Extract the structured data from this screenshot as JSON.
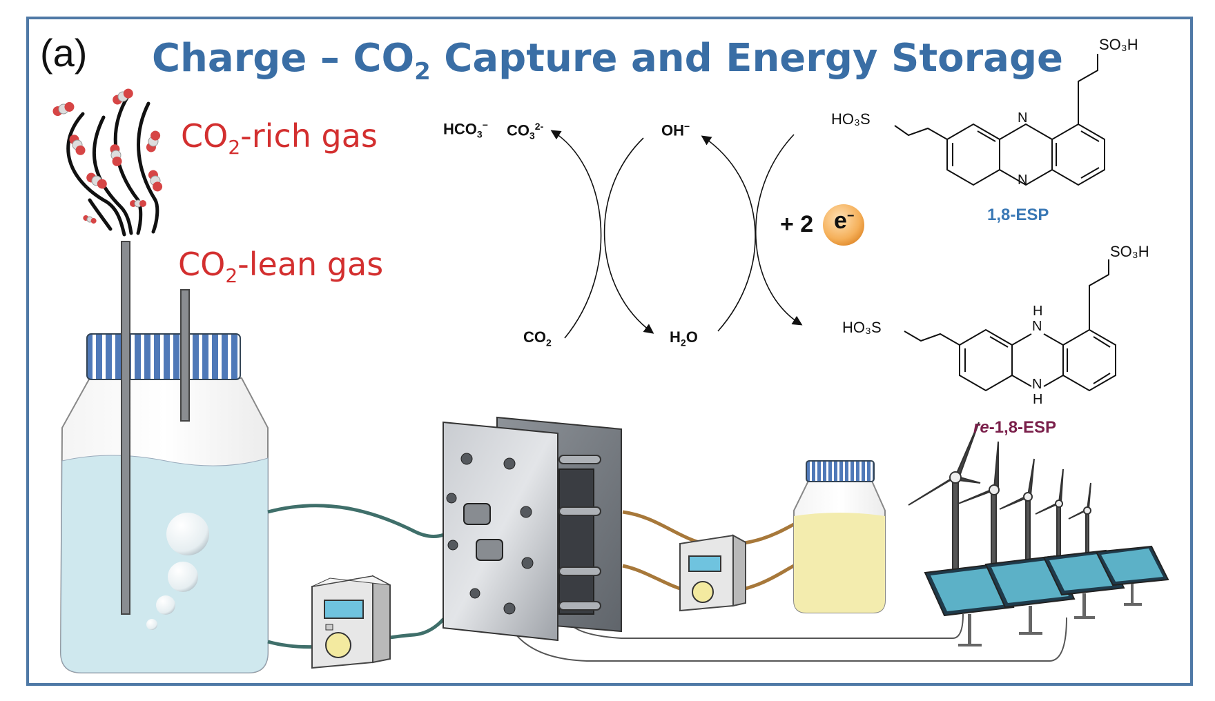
{
  "panel_label": "(a)",
  "title": {
    "prefix": "Charge – CO",
    "sub": "2",
    "suffix": " Capture and Energy Storage"
  },
  "gas": {
    "rich": {
      "prefix": "CO",
      "sub": "2",
      "suffix": "-rich gas"
    },
    "lean": {
      "prefix": "CO",
      "sub": "2",
      "suffix": "-lean gas"
    }
  },
  "reaction": {
    "hco3": {
      "main": "HCO",
      "sub": "3",
      "sup": "−"
    },
    "co3": {
      "main": "CO",
      "sub": "3",
      "sup": "2-"
    },
    "oh": {
      "main": "OH",
      "sup": "−"
    },
    "co2": {
      "main": "CO",
      "sub": "2"
    },
    "h2o": {
      "main": "H",
      "sub": "2",
      "tail": "O"
    },
    "electrons": "+ 2",
    "electron_symbol": "e",
    "electron_sup": "−"
  },
  "structures": {
    "esp": {
      "name": "1,8-ESP",
      "so3h": "SO₃H",
      "ho3s": "HO₃S",
      "n_top": "N",
      "n_bottom": "N"
    },
    "re_esp": {
      "prefix": "re",
      "name": "-1,8-ESP",
      "so3h": "SO₃H",
      "ho3s": "HO₃S",
      "nh_top": "H",
      "n_top": "N",
      "n_bottom": "N",
      "nh_bottom": "H"
    }
  },
  "colors": {
    "frame": "#4f79a6",
    "title": "#3a6ea5",
    "gas_label": "#d32f2f",
    "esp_label": "#3a78b5",
    "re_esp_label": "#7a1f4a",
    "solution": "#cfe8ee",
    "reservoir": "#f3ecae",
    "cap": "#4f79b8",
    "tubing_teal": "#3f6f6a",
    "tubing_brown": "#a7783a"
  }
}
